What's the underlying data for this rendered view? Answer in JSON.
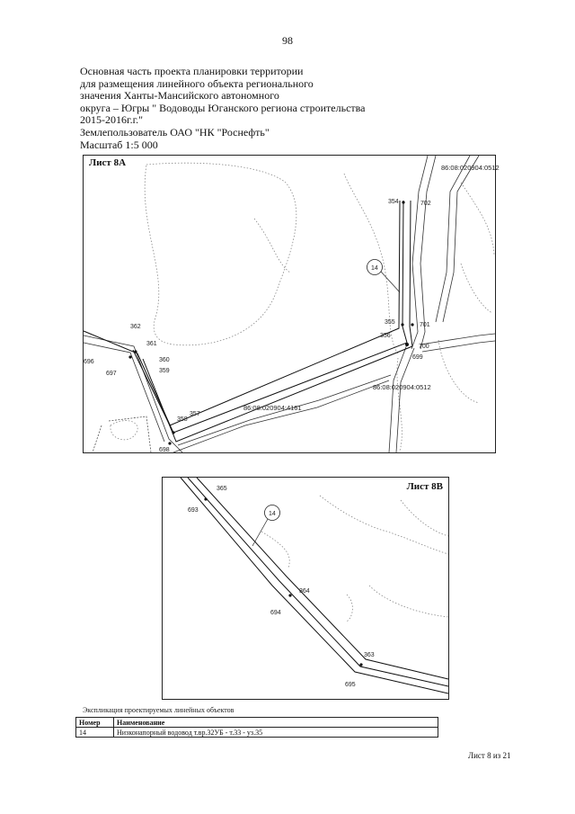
{
  "page_number": "98",
  "header": {
    "lines": [
      "Основная часть проекта планировки территории",
      "для размещения линейного объекта регионального",
      "значения Ханты-Мансийского автономного",
      "округа – Югры \" Водоводы Юганского региона строительства",
      "2015-2016г.г.\"",
      "Землепользователь ОАО \"НК \"Роснефть\"",
      "Масштаб 1:5 000"
    ]
  },
  "sheet_a": {
    "label": "Лист 8А",
    "cadastral": [
      "86:08:020904:0512",
      "86:08:020904:0512",
      "86:08:020904:4161"
    ],
    "callout": "14",
    "points": [
      "354",
      "702",
      "355",
      "701",
      "356",
      "700",
      "699",
      "362",
      "361",
      "696",
      "360",
      "697",
      "359",
      "357",
      "358",
      "698"
    ]
  },
  "sheet_b": {
    "label": "Лист 8В",
    "callout": "14",
    "points": [
      "365",
      "693",
      "364",
      "694",
      "363",
      "695"
    ]
  },
  "legend": {
    "title": "Экспликация проектируемых линейных объектов",
    "col_number": "Номер",
    "col_name": "Наименование",
    "rows": [
      {
        "number": "14",
        "name": "Низконапорный водовод т.вр.32УБ - т.33 - уз.35"
      }
    ]
  },
  "footer": "Лист 8 из 21",
  "colors": {
    "line": "#222222",
    "contour": "#777777"
  }
}
